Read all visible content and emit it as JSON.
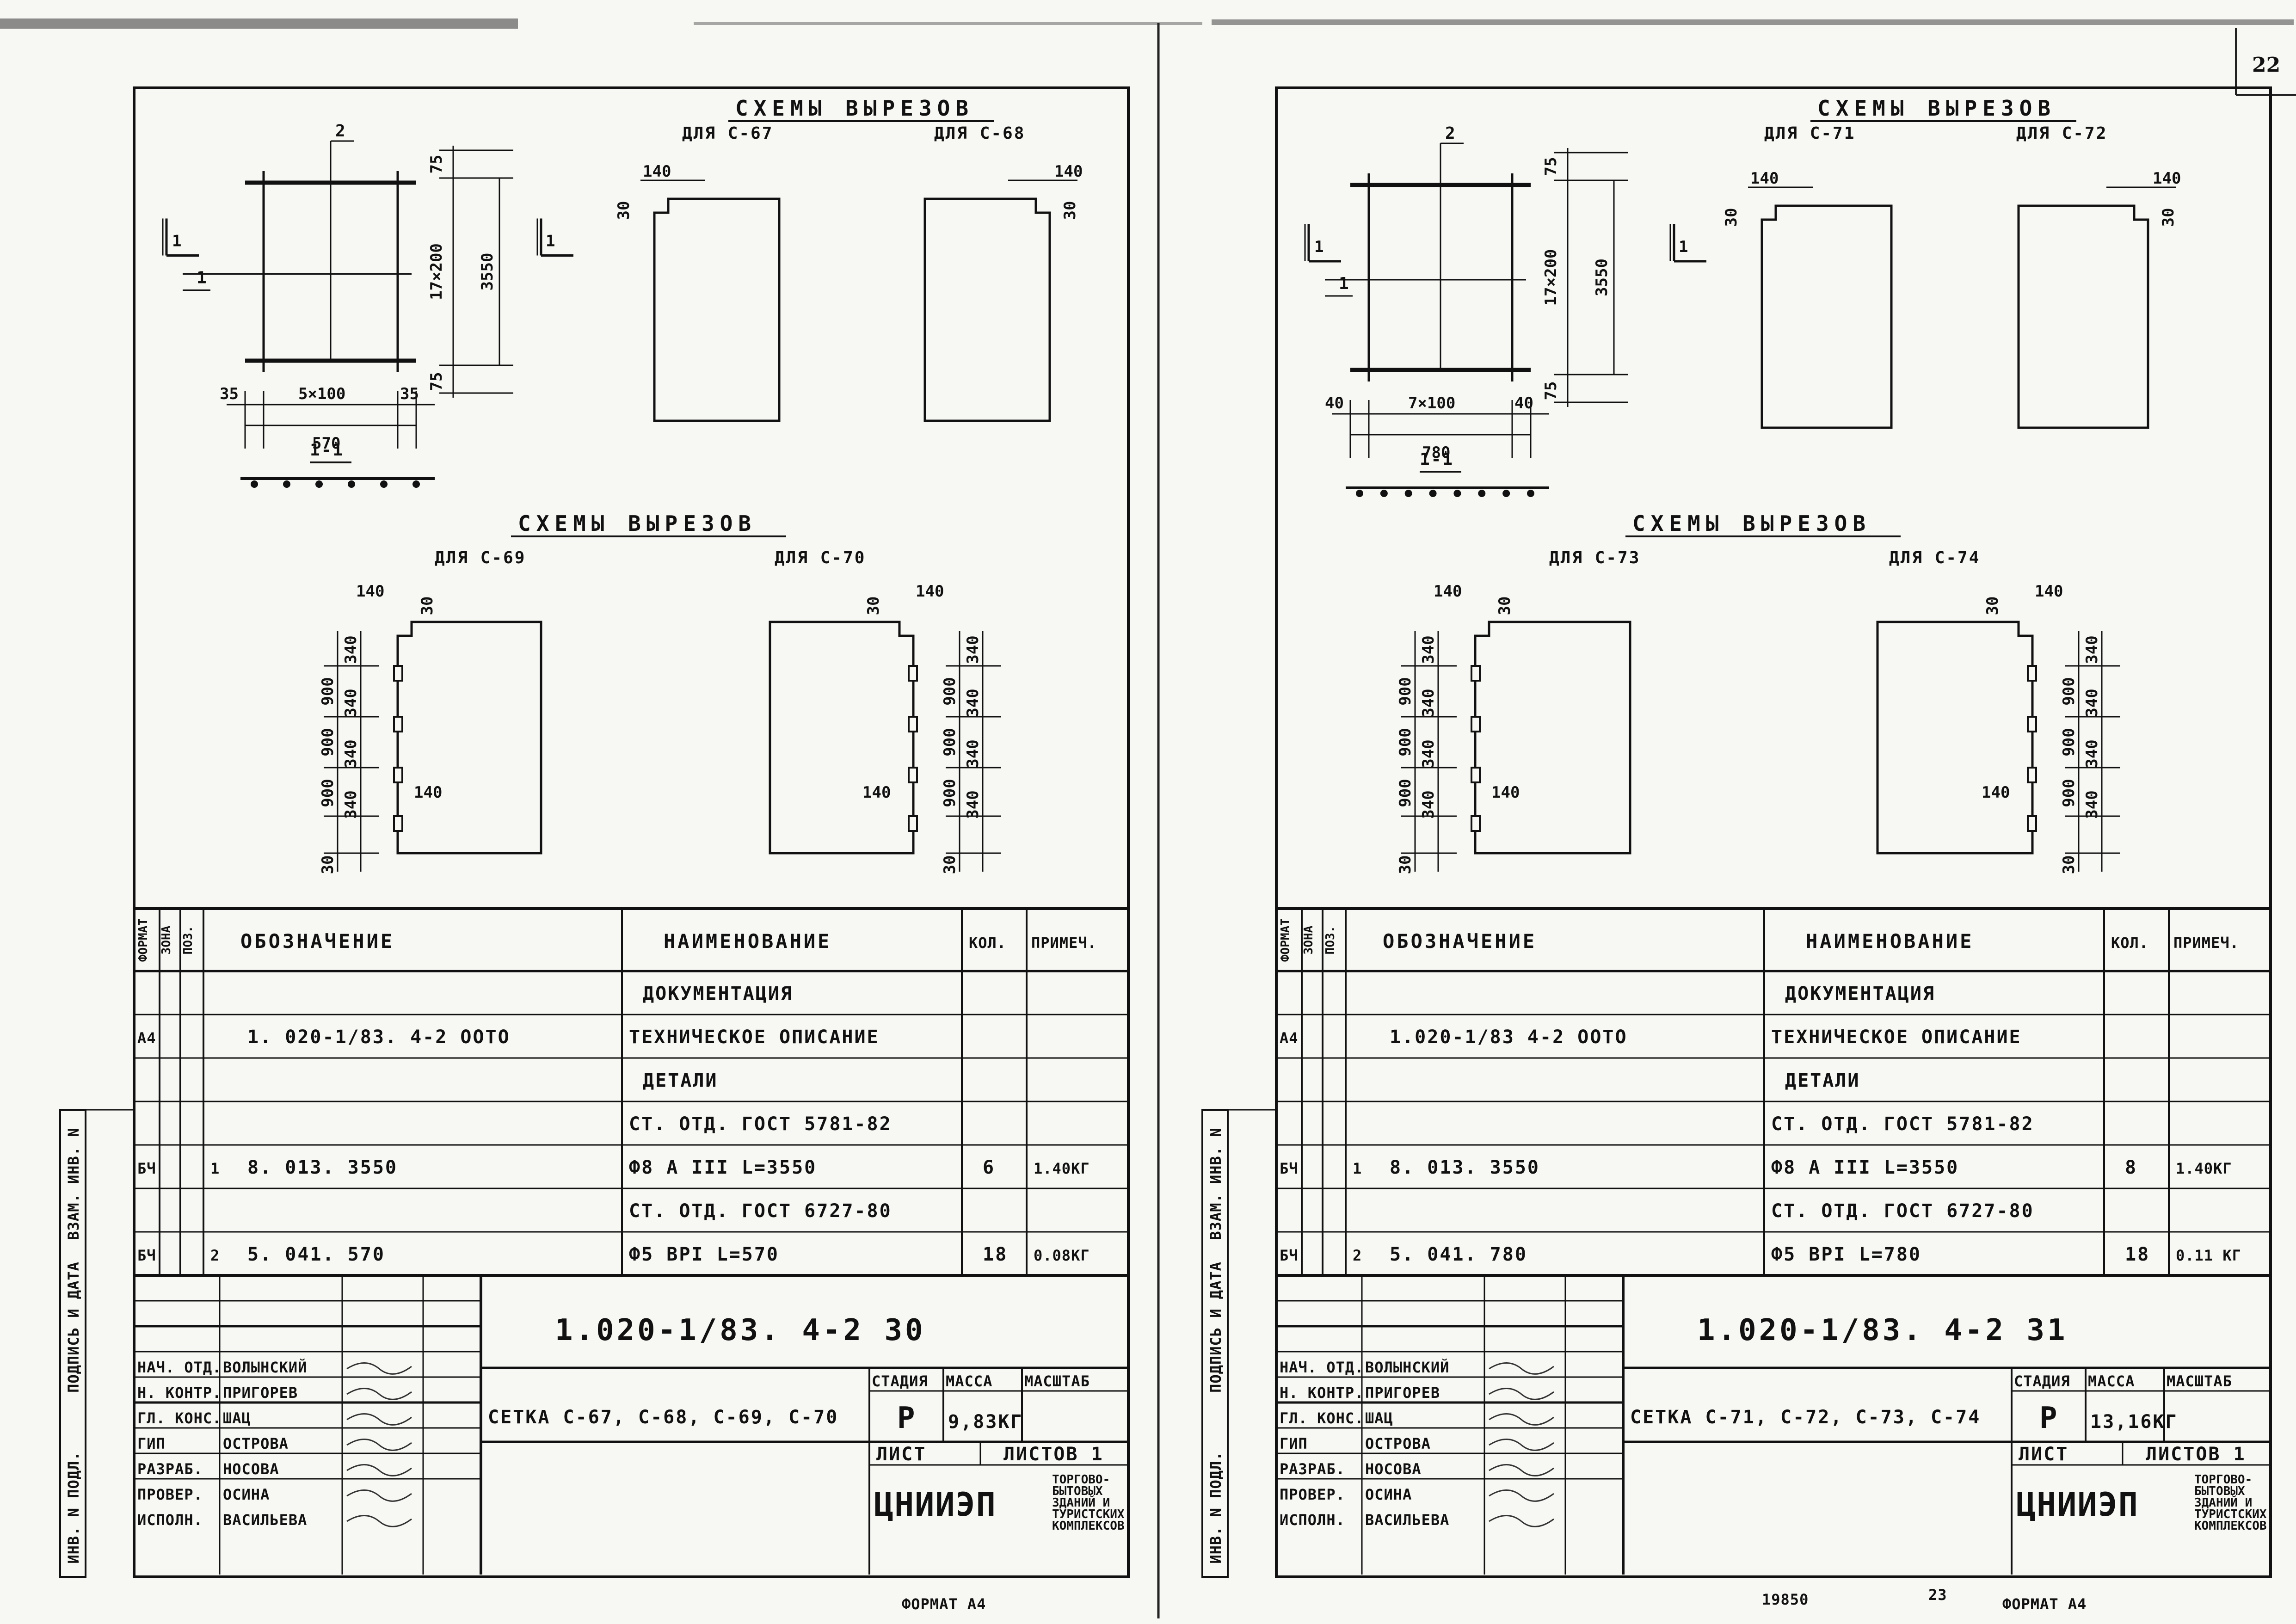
{
  "page_number": "22",
  "footer": {
    "formats": [
      "ФОРМАТ А4",
      "ФОРМАТ А4"
    ],
    "archive_no": "19850",
    "page_mark": "23"
  },
  "side_stamp": [
    "ИНВ. N ПОДЛ.",
    "ПОДПИСЬ И ДАТА",
    "ВЗАМ. ИНВ. N"
  ],
  "table_headers": {
    "format": "ФОРМАТ",
    "zone": "ЗОНА",
    "pos": "ПОЗ.",
    "designation": "ОБОЗНАЧЕНИЕ",
    "name": "НАИМЕНОВАНИЕ",
    "qty": "КОЛ.",
    "note": "ПРИМЕЧ."
  },
  "stamp_labels": {
    "roles": [
      "НАЧ. ОТД.",
      "Н. КОНТР.",
      "ГЛ. КОНС.",
      "ГИП",
      "РАЗРАБ.",
      "ПРОВЕР.",
      "ИСПОЛН."
    ],
    "stage": "СТАДИЯ",
    "mass": "МАССА",
    "scale": "МАСШТАБ",
    "sheet": "ЛИСТ",
    "sheets": "ЛИСТОВ 1",
    "org": "ЦНИИЭП",
    "org_sub": [
      "ТОРГОВО-",
      "БЫТОВЫХ",
      "ЗДАНИЙ И",
      "ТУРИСТСКИХ",
      "КОМПЛЕКСОВ"
    ]
  },
  "sheets": [
    {
      "title_top": "СХЕМЫ ВЫРЕЗОВ",
      "cut_a": "ДЛЯ С-67",
      "cut_b": "ДЛЯ С-68",
      "title_bottom": "СХЕМЫ ВЫРЕЗОВ",
      "cut_c": "ДЛЯ С-69",
      "cut_d": "ДЛЯ С-70",
      "dims": {
        "top": "75",
        "mid": "17×200",
        "bottom": "75",
        "overall_h": "3550",
        "edge": "35",
        "spacing": "5×100",
        "width": "570"
      },
      "markers": {
        "pos2": "2",
        "pos1": "1",
        "section": "1-1",
        "sec_arrow": "1"
      },
      "cut_dims": {
        "w": "140",
        "h": "30",
        "step": "340",
        "pitch": "900"
      },
      "rows": [
        {
          "format": "",
          "zone": "",
          "pos": "",
          "designation": "",
          "name": "ДОКУМЕНТАЦИЯ",
          "qty": "",
          "note": ""
        },
        {
          "format": "А4",
          "zone": "",
          "pos": "",
          "designation": "1. 020-1/83. 4-2 ООТО",
          "name": "ТЕХНИЧЕСКОЕ ОПИСАНИЕ",
          "qty": "",
          "note": ""
        },
        {
          "format": "",
          "zone": "",
          "pos": "",
          "designation": "",
          "name": "ДЕТАЛИ",
          "qty": "",
          "note": ""
        },
        {
          "format": "",
          "zone": "",
          "pos": "",
          "designation": "",
          "name": "СТ. ОТД. ГОСТ 5781-82",
          "qty": "",
          "note": ""
        },
        {
          "format": "БЧ",
          "zone": "",
          "pos": "1",
          "designation": "8. 013. 3550",
          "name": "Ф8 А III  L=3550",
          "qty": "6",
          "note": "1.40КГ"
        },
        {
          "format": "",
          "zone": "",
          "pos": "",
          "designation": "",
          "name": "СТ. ОТД. ГОСТ 6727-80",
          "qty": "",
          "note": ""
        },
        {
          "format": "БЧ",
          "zone": "",
          "pos": "2",
          "designation": "5. 041. 570",
          "name": "Ф5 ВРI  L=570",
          "qty": "18",
          "note": "0.08КГ"
        }
      ],
      "doc_code": "1.020-1/83. 4-2   30",
      "item_name": "СЕТКА С-67, С-68, С-69, С-70",
      "stage": "Р",
      "mass": "9,83КГ",
      "scale": "",
      "people": [
        "ВОЛЫНСКИЙ",
        "ПРИГОРЕВ",
        "ШАЦ",
        "ОСТРОВА",
        "НОСОВА",
        "ОСИНА",
        "ВАСИЛЬЕВА"
      ]
    },
    {
      "title_top": "СХЕМЫ ВЫРЕЗОВ",
      "cut_a": "ДЛЯ С-71",
      "cut_b": "ДЛЯ С-72",
      "title_bottom": "СХЕМЫ ВЫРЕЗОВ",
      "cut_c": "ДЛЯ С-73",
      "cut_d": "ДЛЯ С-74",
      "dims": {
        "top": "75",
        "mid": "17×200",
        "bottom": "75",
        "overall_h": "3550",
        "edge": "40",
        "spacing": "7×100",
        "width": "780"
      },
      "markers": {
        "pos2": "2",
        "pos1": "1",
        "section": "1-1",
        "sec_arrow": "1"
      },
      "cut_dims": {
        "w": "140",
        "h": "30",
        "step": "340",
        "pitch": "900"
      },
      "rows": [
        {
          "format": "",
          "zone": "",
          "pos": "",
          "designation": "",
          "name": "ДОКУМЕНТАЦИЯ",
          "qty": "",
          "note": ""
        },
        {
          "format": "А4",
          "zone": "",
          "pos": "",
          "designation": "1.020-1/83   4-2  ООТО",
          "name": "ТЕХНИЧЕСКОЕ ОПИСАНИЕ",
          "qty": "",
          "note": ""
        },
        {
          "format": "",
          "zone": "",
          "pos": "",
          "designation": "",
          "name": "ДЕТАЛИ",
          "qty": "",
          "note": ""
        },
        {
          "format": "",
          "zone": "",
          "pos": "",
          "designation": "",
          "name": "СТ. ОТД. ГОСТ 5781-82",
          "qty": "",
          "note": ""
        },
        {
          "format": "БЧ",
          "zone": "",
          "pos": "1",
          "designation": "8. 013. 3550",
          "name": "Ф8 А III  L=3550",
          "qty": "8",
          "note": "1.40КГ"
        },
        {
          "format": "",
          "zone": "",
          "pos": "",
          "designation": "",
          "name": "СТ. ОТД. ГОСТ 6727-80",
          "qty": "",
          "note": ""
        },
        {
          "format": "БЧ",
          "zone": "",
          "pos": "2",
          "designation": "5. 041. 780",
          "name": "Ф5 ВРI  L=780",
          "qty": "18",
          "note": "0.11 КГ"
        }
      ],
      "doc_code": "1.020-1/83. 4-2   31",
      "item_name": "СЕТКА С-71, С-72, С-73, С-74",
      "stage": "Р",
      "mass": "13,16КГ",
      "scale": "",
      "people": [
        "ВОЛЫНСКИЙ",
        "ПРИГОРЕВ",
        "ШАЦ",
        "ОСТРОВА",
        "НОСОВА",
        "ОСИНА",
        "ВАСИЛЬЕВА"
      ]
    }
  ]
}
